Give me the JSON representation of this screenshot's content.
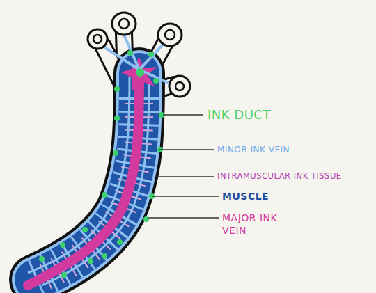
{
  "diagram": {
    "labels": [
      "INK DUCT",
      "MINOR INK VEIN",
      "INTRAMUSCULAR INK TISSUE",
      "MUSCLE",
      "MAJOR INK VEIN"
    ]
  }
}
